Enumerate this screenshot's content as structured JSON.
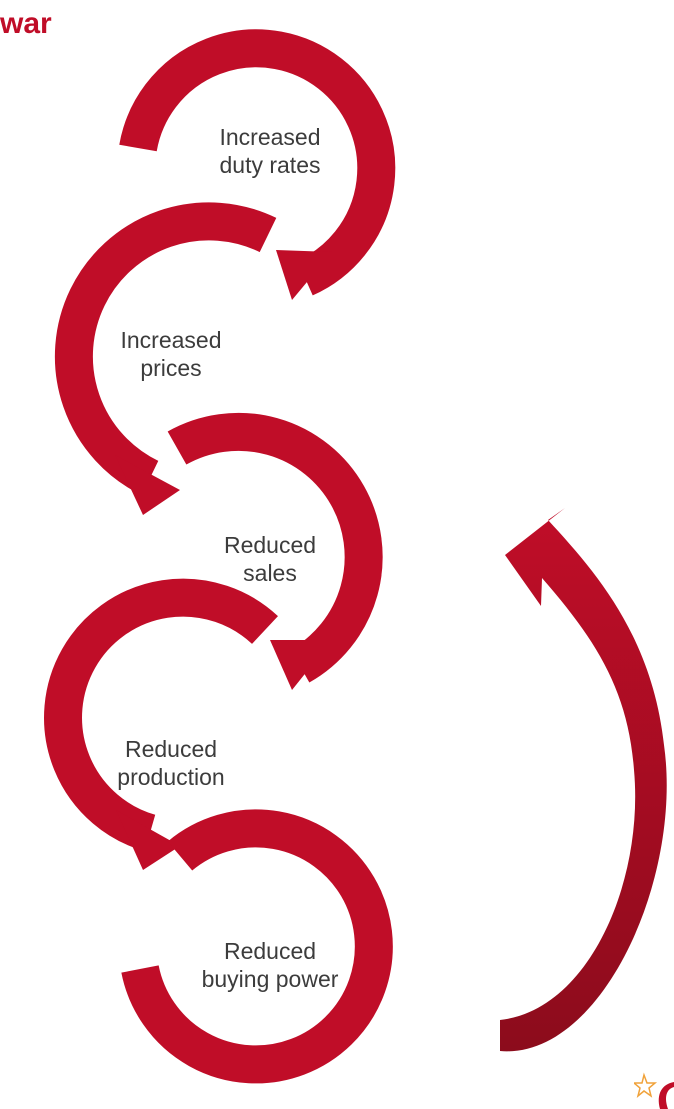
{
  "title": "war",
  "steps": [
    {
      "label_line1": "Increased",
      "label_line2": "duty rates"
    },
    {
      "label_line1": "Increased",
      "label_line2": "prices"
    },
    {
      "label_line1": "Reduced",
      "label_line2": "sales"
    },
    {
      "label_line1": "Reduced",
      "label_line2": "production"
    },
    {
      "label_line1": "Reduced",
      "label_line2": "buying power"
    }
  ],
  "colors": {
    "arrow": "#c00d28",
    "arrow_dark": "#8c0c1c",
    "title": "#c00d28",
    "text": "#3c3c3c",
    "logo_accent": "#f0a23a"
  },
  "icons": {
    "logo": "star-swoosh-logo-icon"
  }
}
